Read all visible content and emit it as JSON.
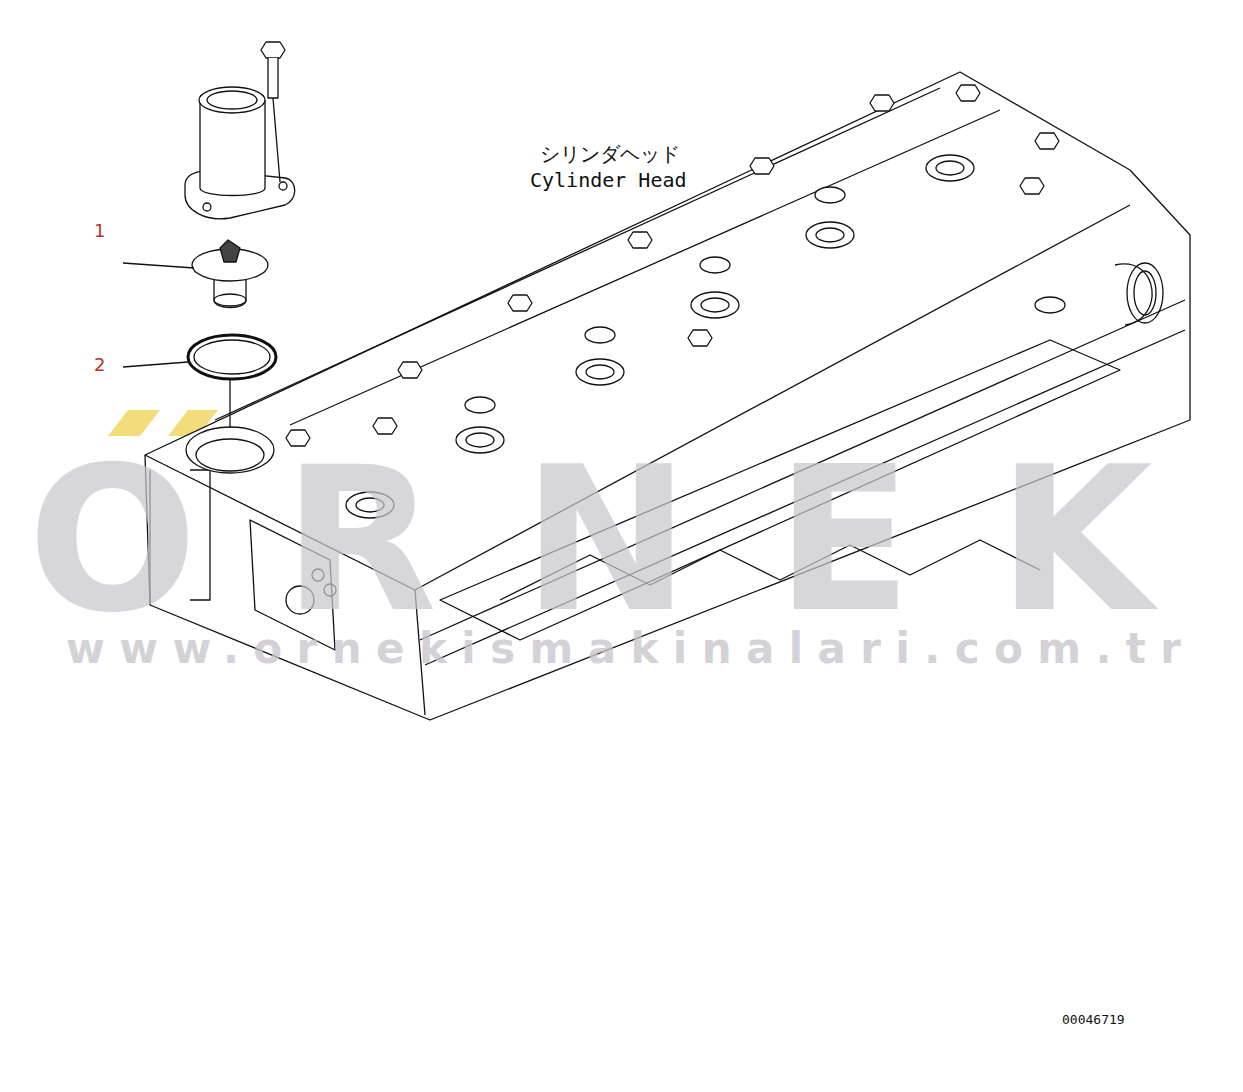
{
  "diagram": {
    "labels": [
      "シリンダヘッド",
      "Cylinder Head",
      "1",
      "2",
      "ORNEK",
      "www.ornekismakinalari.com.tr",
      "00046719"
    ]
  }
}
